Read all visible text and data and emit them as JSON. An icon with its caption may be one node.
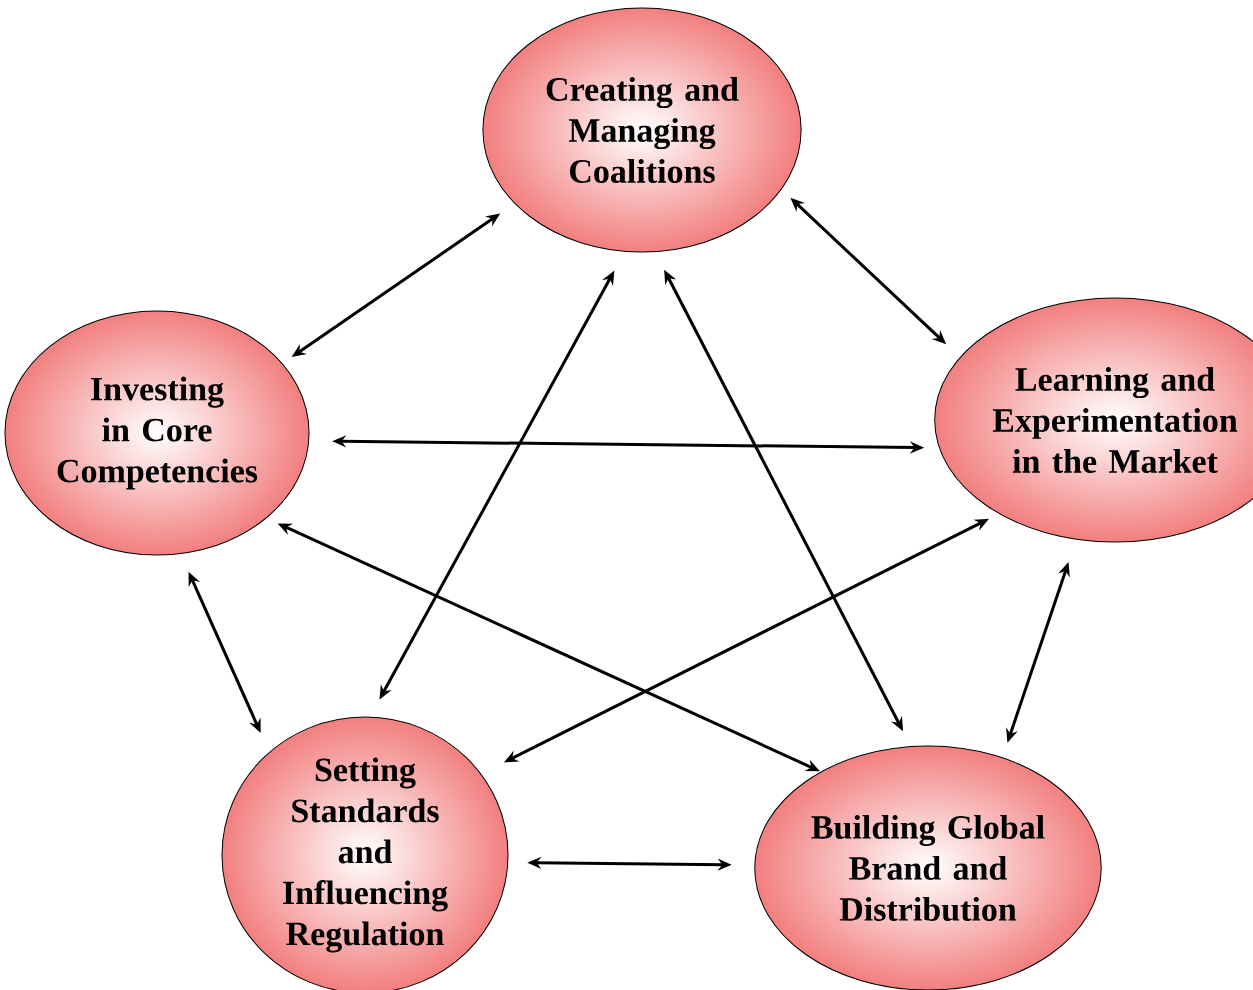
{
  "diagram": {
    "nodes": [
      {
        "text": [
          "Creating and Managing Coalitions"
        ]
      },
      {
        "text": [
          "Investing in Core Competencies"
        ]
      },
      {
        "text": [
          "Learning and Experimentation in the Market"
        ]
      },
      {
        "text": [
          "Setting Standards and Influencing Regulation"
        ]
      },
      {
        "text": [
          "Building Global Brand and Distribution"
        ]
      }
    ],
    "edges": [
      {
        "from": 0,
        "to": 1,
        "arrow": "both"
      },
      {
        "from": 0,
        "to": 2,
        "arrow": "both"
      },
      {
        "from": 0,
        "to": 3,
        "arrow": "both"
      },
      {
        "from": 0,
        "to": 4,
        "arrow": "both"
      },
      {
        "from": 1,
        "to": 2,
        "arrow": "both"
      },
      {
        "from": 1,
        "to": 3,
        "arrow": "both"
      },
      {
        "from": 1,
        "to": 4,
        "arrow": "both"
      },
      {
        "from": 2,
        "to": 3,
        "arrow": "both"
      },
      {
        "from": 2,
        "to": 4,
        "arrow": "both"
      },
      {
        "from": 3,
        "to": 4,
        "arrow": "both"
      }
    ]
  }
}
